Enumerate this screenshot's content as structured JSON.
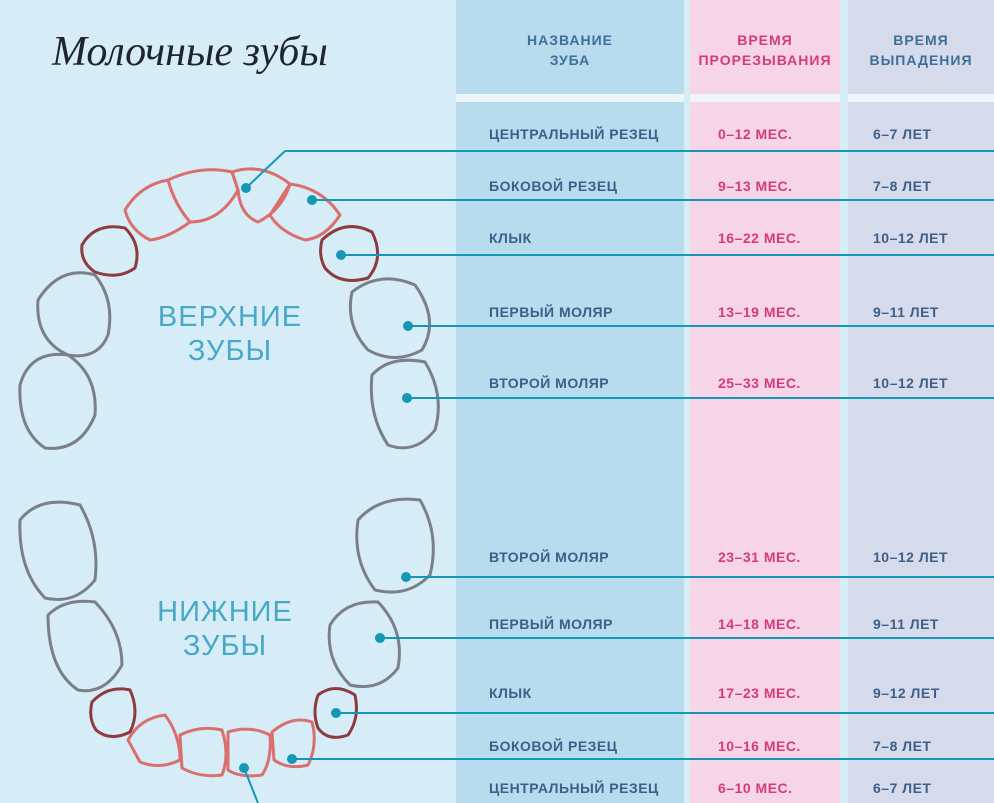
{
  "title": "Молочные зубы",
  "headers": {
    "name": "НАЗВАНИЕ\nЗУБА",
    "erupt": "ВРЕМЯ\nПРОРЕЗЫВАНИЯ",
    "lose": "ВРЕМЯ\nВЫПАДЕНИЯ"
  },
  "upper_label": "ВЕРХНИЕ\nЗУБЫ",
  "lower_label": "НИЖНИЕ\nЗУБЫ",
  "upper_rows": [
    {
      "name": "ЦЕНТРАЛЬНЫЙ РЕЗЕЦ",
      "erupt": "0–12 МЕС.",
      "lose": "6–7 ЛЕТ"
    },
    {
      "name": "БОКОВОЙ РЕЗЕЦ",
      "erupt": "9–13 МЕС.",
      "lose": "7–8 ЛЕТ"
    },
    {
      "name": "КЛЫК",
      "erupt": "16–22 МЕС.",
      "lose": "10–12 ЛЕТ"
    },
    {
      "name": "ПЕРВЫЙ МОЛЯР",
      "erupt": "13–19 МЕС.",
      "lose": "9–11 ЛЕТ"
    },
    {
      "name": "ВТОРОЙ МОЛЯР",
      "erupt": "25–33 МЕС.",
      "lose": "10–12 ЛЕТ"
    }
  ],
  "lower_rows": [
    {
      "name": "ВТОРОЙ МОЛЯР",
      "erupt": "23–31 МЕС.",
      "lose": "10–12 ЛЕТ"
    },
    {
      "name": "ПЕРВЫЙ МОЛЯР",
      "erupt": "14–18 МЕС.",
      "lose": "9–11 ЛЕТ"
    },
    {
      "name": "КЛЫК",
      "erupt": "17–23 МЕС.",
      "lose": "9–12 ЛЕТ"
    },
    {
      "name": "БОКОВОЙ РЕЗЕЦ",
      "erupt": "10–16 МЕС.",
      "lose": "7–8 ЛЕТ"
    },
    {
      "name": "ЦЕНТРАЛЬНЫЙ РЕЗЕЦ",
      "erupt": "6–10 МЕС.",
      "lose": "6–7 ЛЕТ"
    }
  ],
  "colors": {
    "incisor": "#d9706e",
    "canine": "#8e3a3e",
    "molar": "#7b7f88",
    "pointer": "#1597b5",
    "label": "#4aa8c7"
  }
}
